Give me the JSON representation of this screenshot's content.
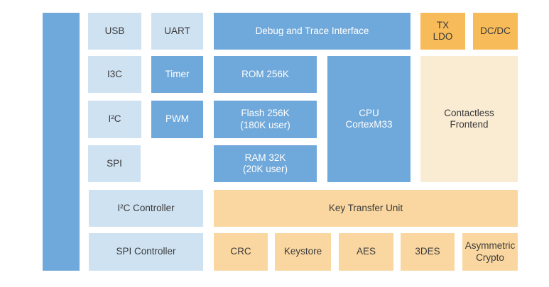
{
  "palette": {
    "background": "#FFFFFF",
    "block_blue": "#6FA8DA",
    "block_light_blue": "#CFE2F2",
    "block_orange": "#F8BB59",
    "block_light_orange": "#FAD7A0",
    "block_cream": "#FAEBD3",
    "text_dark": "#3B3B3B",
    "text_light": "#FFFFFF"
  },
  "diagram": {
    "blocks": {
      "usb": {
        "label": "USB"
      },
      "uart": {
        "label": "UART"
      },
      "debug": {
        "label": "Debug and Trace Interface"
      },
      "tx_ldo": {
        "label": "TX\nLDO"
      },
      "dcdc": {
        "label": "DC/DC"
      },
      "i3c": {
        "label": "I3C"
      },
      "timer": {
        "label": "Timer"
      },
      "rom": {
        "label": "ROM 256K"
      },
      "cpu": {
        "label": "CPU\nCortexM33"
      },
      "contactless": {
        "label": "Contactless\nFrontend"
      },
      "i2c": {
        "label": "I²C"
      },
      "pwm": {
        "label": "PWM"
      },
      "flash": {
        "label": "Flash 256K\n(180K user)"
      },
      "spi": {
        "label": "SPI"
      },
      "ram": {
        "label": "RAM 32K\n(20K user)"
      },
      "i2c_controller": {
        "label": "I²C Controller"
      },
      "key_transfer_unit": {
        "label": "Key Transfer Unit"
      },
      "spi_controller": {
        "label": "SPI Controller"
      },
      "crc": {
        "label": "CRC"
      },
      "keystore": {
        "label": "Keystore"
      },
      "aes": {
        "label": "AES"
      },
      "tdes": {
        "label": "3DES"
      },
      "asymmetric_crypto": {
        "label": "Asymmetric\nCrypto"
      }
    }
  }
}
